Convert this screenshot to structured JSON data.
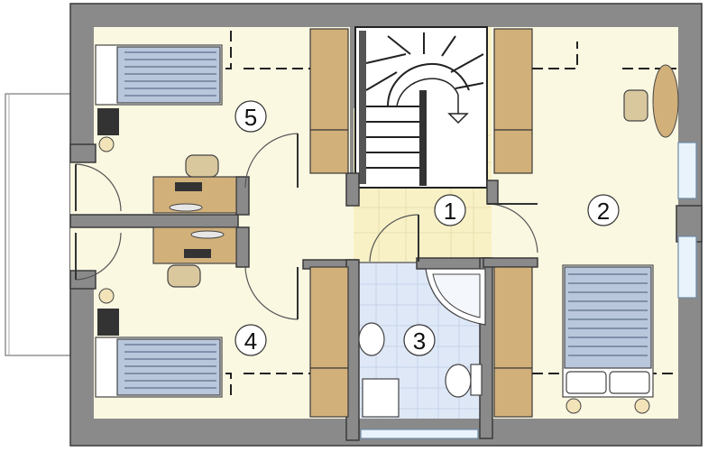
{
  "rooms": [
    {
      "number": "1",
      "kind": "hall"
    },
    {
      "number": "2",
      "kind": "bedroom"
    },
    {
      "number": "3",
      "kind": "bathroom"
    },
    {
      "number": "4",
      "kind": "bedroom"
    },
    {
      "number": "5",
      "kind": "bedroom"
    }
  ],
  "colors": {
    "wall": "#8a8a8a",
    "floor": "#fbf8e2",
    "bathroom_floor": "#dfe8f7",
    "hall_floor": "#f8f1c6",
    "furniture": "#d2b07a",
    "bedding": "#b9c7dc"
  }
}
